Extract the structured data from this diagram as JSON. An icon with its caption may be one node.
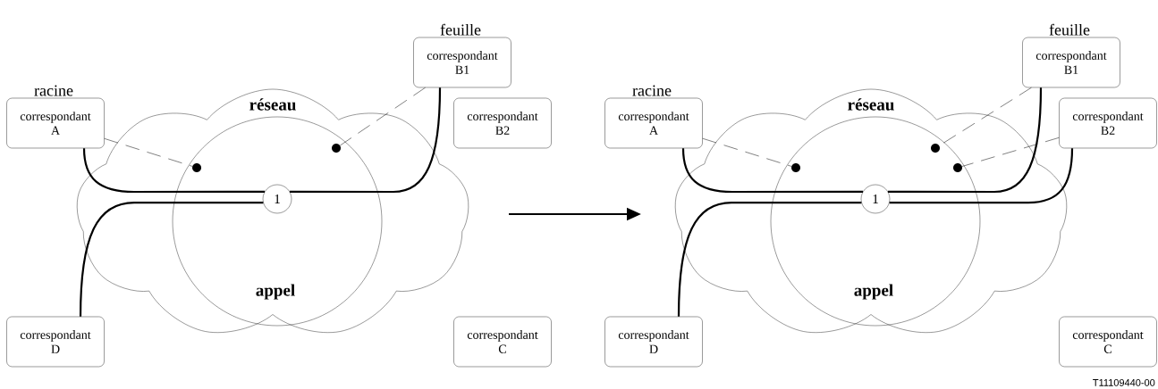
{
  "diagram": {
    "nodes": [
      {
        "text": [
          "réseau"
        ]
      },
      {
        "text": [
          "appel"
        ],
        "in": 0
      },
      {
        "text": [
          "1"
        ],
        "in": 1
      },
      {
        "text": [
          "correspondant A"
        ],
        "beside": [
          "racine"
        ]
      },
      {
        "text": [
          "correspondant B1"
        ],
        "beside": [
          "feuille"
        ]
      },
      {
        "text": [
          "correspondant B2"
        ]
      },
      {
        "text": [
          "correspondant D"
        ]
      },
      {
        "text": [
          "correspondant C"
        ]
      },
      {
        "text": [],
        "shape": "circle",
        "in": 1
      },
      {
        "text": [],
        "shape": "circle",
        "in": 1
      },
      {
        "text": [
          "réseau"
        ]
      },
      {
        "text": [
          "appel"
        ],
        "in": 10
      },
      {
        "text": [
          "1"
        ],
        "in": 11
      },
      {
        "text": [
          "correspondant A"
        ],
        "beside": [
          "racine"
        ]
      },
      {
        "text": [
          "correspondant B1"
        ],
        "beside": [
          "feuille"
        ]
      },
      {
        "text": [
          "correspondant B2"
        ]
      },
      {
        "text": [
          "correspondant D"
        ]
      },
      {
        "text": [
          "correspondant C"
        ]
      },
      {
        "text": [],
        "shape": "circle",
        "in": 11
      },
      {
        "text": [],
        "shape": "circle",
        "in": 11
      },
      {
        "text": [],
        "shape": "circle",
        "in": 11
      }
    ],
    "edges": [
      {
        "from": 3,
        "to": 2,
        "arrow": "none"
      },
      {
        "from": 4,
        "to": 2,
        "arrow": "none"
      },
      {
        "from": 6,
        "to": 2,
        "arrow": "none"
      },
      {
        "from": 3,
        "to": 8,
        "arrow": "none",
        "style": "dashed"
      },
      {
        "from": 4,
        "to": 9,
        "arrow": "none",
        "style": "dashed"
      },
      {
        "from": 0,
        "to": 10,
        "arrow": "to"
      },
      {
        "from": 13,
        "to": 12,
        "arrow": "none"
      },
      {
        "from": 14,
        "to": 12,
        "arrow": "none"
      },
      {
        "from": 15,
        "to": 12,
        "arrow": "none"
      },
      {
        "from": 16,
        "to": 12,
        "arrow": "none"
      },
      {
        "from": 13,
        "to": 18,
        "arrow": "none",
        "style": "dashed"
      },
      {
        "from": 14,
        "to": 19,
        "arrow": "none",
        "style": "dashed"
      },
      {
        "from": 15,
        "to": 20,
        "arrow": "none",
        "style": "dashed"
      }
    ],
    "labels": [
      "T11109440-00"
    ]
  }
}
